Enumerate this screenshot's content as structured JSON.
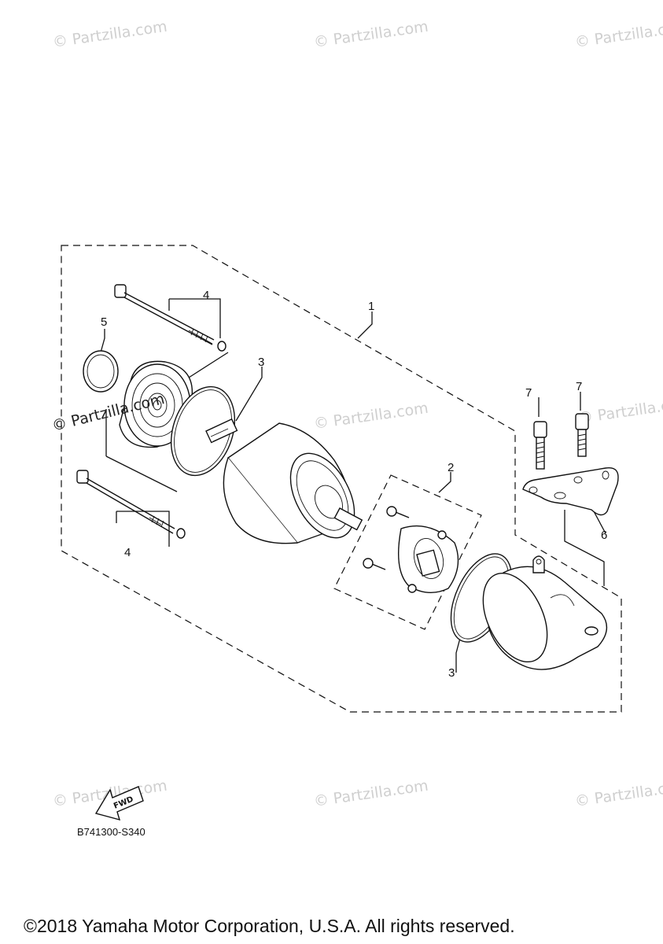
{
  "watermarks": {
    "text": "© Partzilla.com",
    "overlay_text": "© Partzilla.com"
  },
  "callouts": {
    "c1": "1",
    "c2": "2",
    "c3a": "3",
    "c3b": "3",
    "c4a": "4",
    "c4b": "4",
    "c5": "5",
    "c6": "6",
    "c7a": "7",
    "c7b": "7"
  },
  "fwd_label": "FWD",
  "diagram_code": "B741300-S340",
  "copyright": "©2018 Yamaha Motor Corporation, U.S.A. All rights reserved.",
  "colors": {
    "line": "#111111",
    "watermark": "#cfcfcf",
    "background": "#ffffff"
  }
}
